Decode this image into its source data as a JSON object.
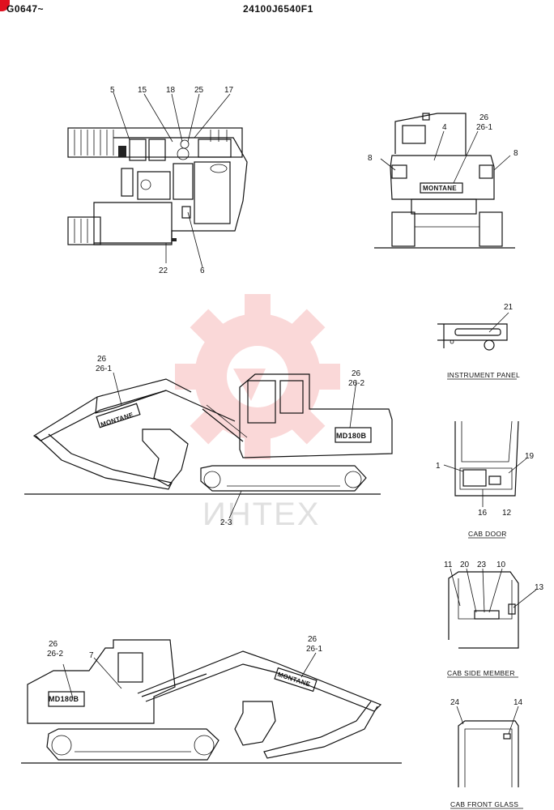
{
  "header": {
    "left_code": "G0647~",
    "right_code": "24100J6540F1"
  },
  "watermark": {
    "text": "ИНТЕХ",
    "color": "#f0a0a0"
  },
  "top_view_labels": [
    "5",
    "15",
    "18",
    "25",
    "17",
    "22",
    "6"
  ],
  "rear_view_labels": [
    "26",
    "26-1",
    "4",
    "8",
    "8"
  ],
  "side_view_1_labels": [
    "26",
    "26-1",
    "26",
    "26-2",
    "2-3"
  ],
  "side_view_2_labels": [
    "26",
    "26-2",
    "7",
    "26",
    "26-1"
  ],
  "brand_decal": "MONTANE",
  "model_decal_1": "MD180B",
  "model_decal_2": "MD180B",
  "instrument_panel": {
    "caption": "INSTRUMENT PANEL",
    "labels": [
      "21"
    ]
  },
  "cab_door": {
    "caption": "CAB DOOR",
    "labels": [
      "1",
      "19",
      "16",
      "12"
    ]
  },
  "cab_side_member": {
    "caption": "CAB SIDE MEMBER",
    "labels": [
      "11",
      "20",
      "23",
      "10",
      "13"
    ]
  },
  "cab_front_glass": {
    "caption": "CAB FRONT GLASS",
    "labels": [
      "24",
      "14"
    ]
  }
}
